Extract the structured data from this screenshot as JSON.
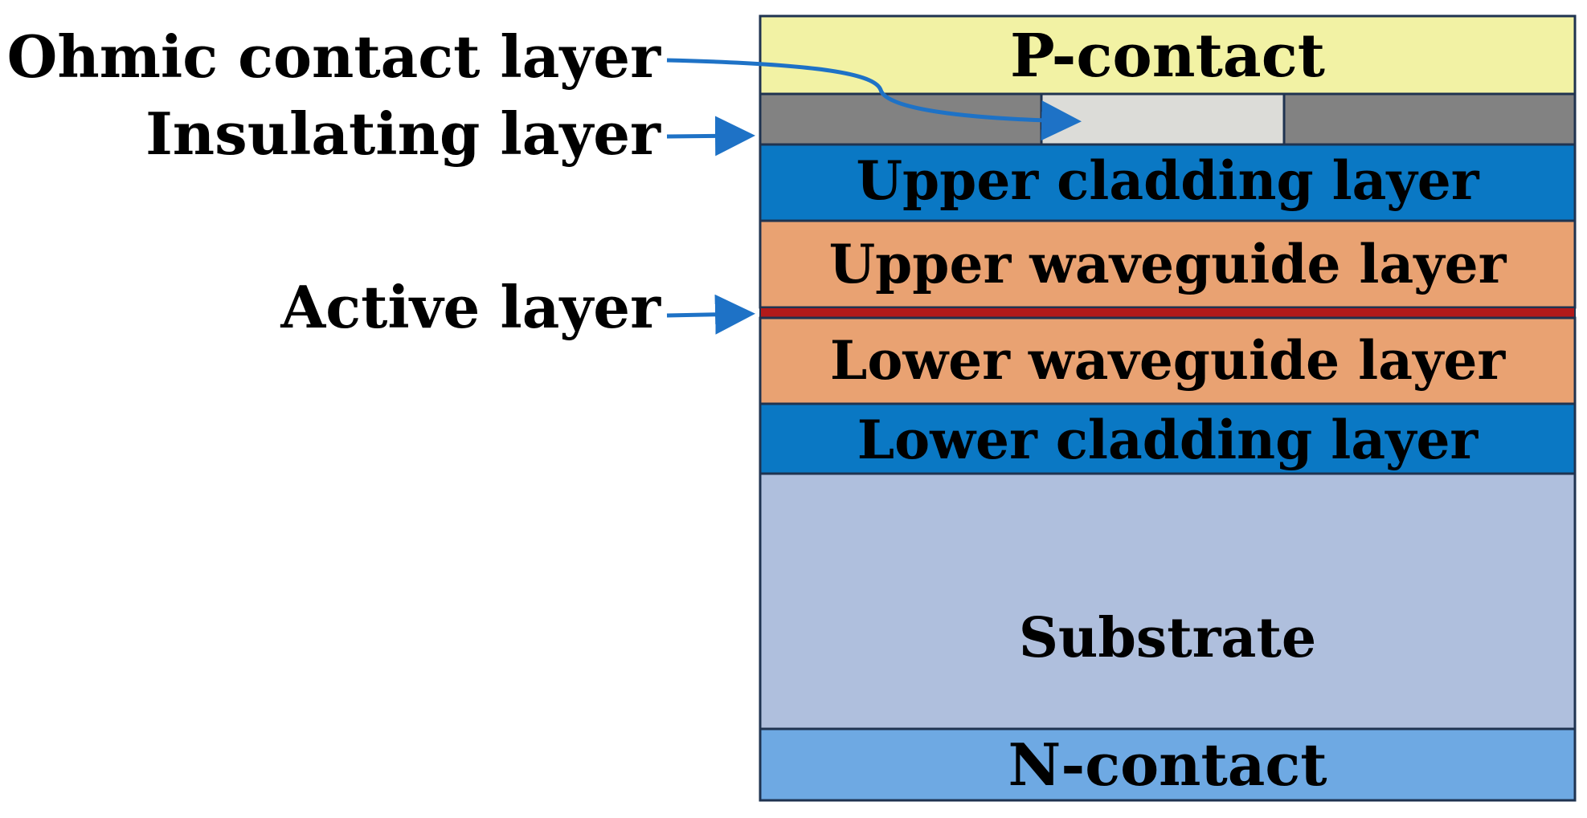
{
  "diagram": {
    "layers": {
      "p_contact": {
        "label": "P-contact",
        "color": "#f2f2a4"
      },
      "insulating": {
        "color": "#828282"
      },
      "ohmic_contact": {
        "color": "#dcdcd8"
      },
      "upper_cladding": {
        "label": "Upper cladding layer",
        "color": "#0a78c4"
      },
      "upper_waveguide": {
        "label": "Upper waveguide layer",
        "color": "#e9a272"
      },
      "active": {
        "color": "#b21a1a"
      },
      "lower_waveguide": {
        "label": "Lower waveguide layer",
        "color": "#e9a272"
      },
      "lower_cladding": {
        "label": "Lower cladding layer",
        "color": "#0a78c4"
      },
      "substrate": {
        "label": "Substrate",
        "color": "#afbfdd"
      },
      "n_contact": {
        "label": "N-contact",
        "color": "#6ea9e3"
      }
    },
    "callouts": {
      "ohmic": "Ohmic contact layer",
      "insulating": "Insulating layer",
      "active": "Active layer"
    },
    "outline_color": "#1f3350",
    "arrow_color": "#1e72c6"
  }
}
